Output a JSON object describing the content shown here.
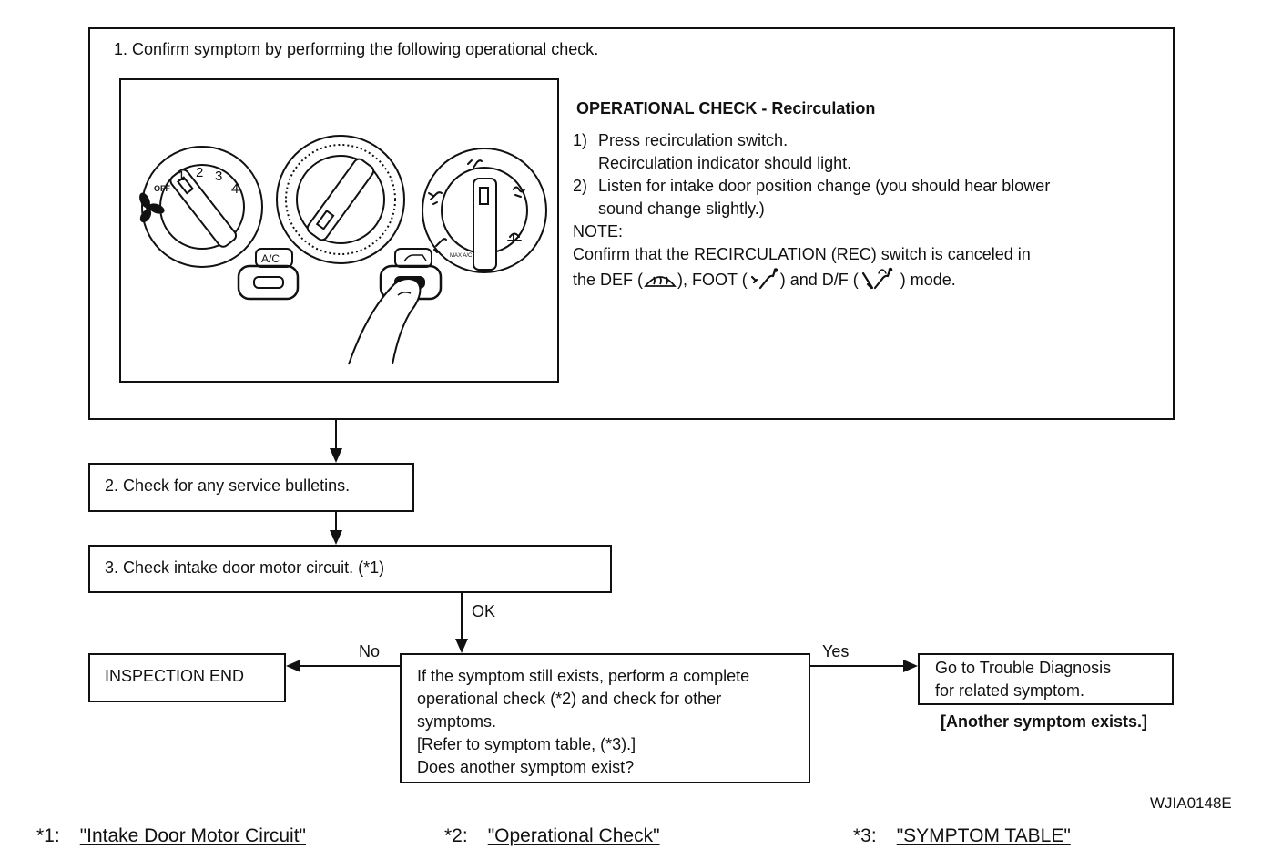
{
  "step1": {
    "title": "1. Confirm symptom by performing the following operational check.",
    "panel_labels": {
      "fan_speeds": [
        "OFF",
        "1",
        "2",
        "3",
        "4"
      ],
      "ac_button": "A/C",
      "mode_mark": "MAX A/C"
    },
    "check_title": "OPERATIONAL CHECK - Recirculation",
    "items": [
      {
        "num": "1)",
        "line1": "Press recirculation switch.",
        "line2": "Recirculation indicator should light."
      },
      {
        "num": "2)",
        "line1": "Listen for intake door position change (you should hear blower",
        "line2": "sound change slightly.)"
      }
    ],
    "note_label": "NOTE:",
    "note_line1": "Confirm that the RECIRCULATION (REC) switch is canceled in",
    "note_p1": "the DEF (",
    "note_p2": "), FOOT (",
    "note_p3": ") and D/F (",
    "note_p4": ") mode."
  },
  "step2": "2.   Check for any service bulletins.",
  "step3": "3.    Check intake door motor circuit. (*1)",
  "labels": {
    "ok": "OK",
    "no": "No",
    "yes": "Yes"
  },
  "inspection_end": "INSPECTION END",
  "question": [
    "If the symptom still exists, perform a complete",
    "operational check (*2) and check for other",
    "symptoms.",
    "[Refer to symptom table, (*3).]",
    "Does another symptom exist?"
  ],
  "goto": [
    "Go to Trouble Diagnosis",
    "for related symptom."
  ],
  "another": "[Another symptom exists.]",
  "figure_id": "WJIA0148E",
  "footnotes": [
    {
      "mark": "*1:",
      "link": "\"Intake Door Motor Circuit\""
    },
    {
      "mark": "*2:",
      "link": "\"Operational Check\""
    },
    {
      "mark": "*3:",
      "link": "\"SYMPTOM TABLE\""
    }
  ]
}
